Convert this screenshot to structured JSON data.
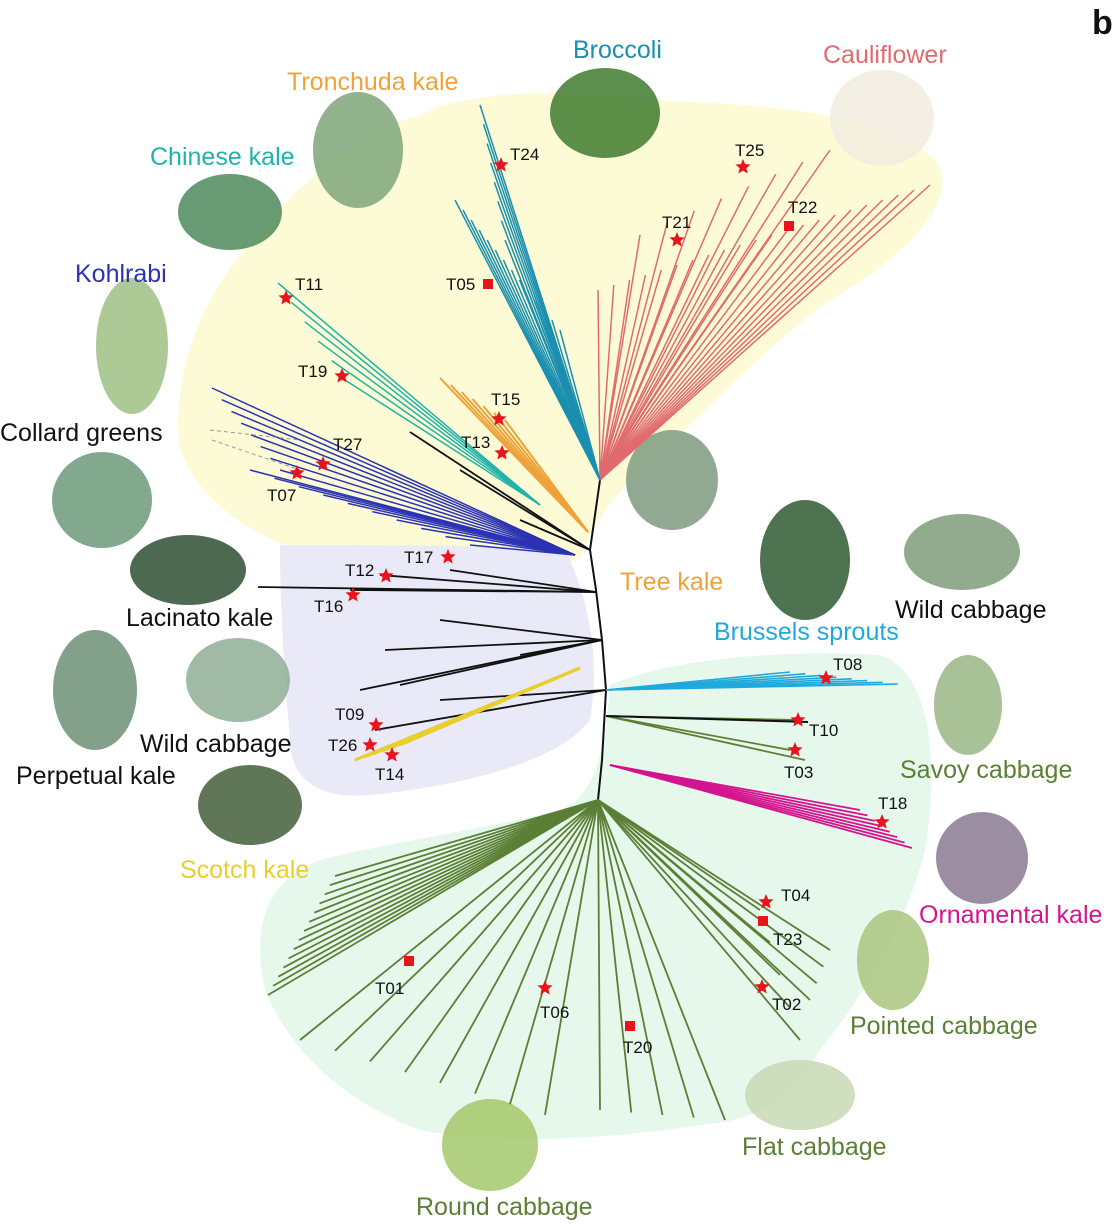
{
  "panel_letter": "b",
  "groups": [
    {
      "key": "broccoli",
      "label": "Broccoli",
      "color": "#1a8fb0",
      "photo": "broccoli"
    },
    {
      "key": "cauliflower",
      "label": "Cauliflower",
      "color": "#e06b6f",
      "photo": "cauliflower"
    },
    {
      "key": "tronchuda",
      "label": "Tronchuda kale",
      "color": "#eda33a",
      "photo": "tronchuda kale"
    },
    {
      "key": "chinese",
      "label": "Chinese kale",
      "color": "#20b3aa",
      "photo": "chinese kale"
    },
    {
      "key": "kohlrabi",
      "label": "Kohlrabi",
      "color": "#2b33b3",
      "photo": "kohlrabi"
    },
    {
      "key": "collard",
      "label": "Collard greens",
      "color": "#111111",
      "photo": "collard greens"
    },
    {
      "key": "lacinato",
      "label": "Lacinato kale",
      "color": "#111111",
      "photo": "lacinato kale"
    },
    {
      "key": "wild1",
      "label": "Wild cabbage",
      "color": "#111111",
      "photo": "wild cabbage"
    },
    {
      "key": "perpetual",
      "label": "Perpetual kale",
      "color": "#111111",
      "photo": "perpetual kale"
    },
    {
      "key": "scotch",
      "label": "Scotch kale",
      "color": "#e8cf2e",
      "photo": "scotch kale"
    },
    {
      "key": "tree",
      "label": "Tree kale",
      "color": "#eda33a",
      "photo": "tree kale"
    },
    {
      "key": "brussels",
      "label": "Brussels sprouts",
      "color": "#1fa9de",
      "photo": "brussels sprouts"
    },
    {
      "key": "wild2",
      "label": "Wild cabbage",
      "color": "#111111",
      "photo": "wild cabbage"
    },
    {
      "key": "savoy",
      "label": "Savoy cabbage",
      "color": "#5a7f35",
      "photo": "savoy cabbage"
    },
    {
      "key": "ornamental",
      "label": "Ornamental kale",
      "color": "#d4148e",
      "photo": "ornamental kale"
    },
    {
      "key": "pointed",
      "label": "Pointed cabbage",
      "color": "#5a7f35",
      "photo": "pointed cabbage"
    },
    {
      "key": "flat",
      "label": "Flat cabbage",
      "color": "#5a7f35",
      "photo": "flat cabbage"
    },
    {
      "key": "round",
      "label": "Round cabbage",
      "color": "#5a7f35",
      "photo": "round cabbage"
    }
  ],
  "accessions": [
    {
      "id": "T24",
      "marker": "star"
    },
    {
      "id": "T25",
      "marker": "star"
    },
    {
      "id": "T21",
      "marker": "star"
    },
    {
      "id": "T22",
      "marker": "square"
    },
    {
      "id": "T05",
      "marker": "square"
    },
    {
      "id": "T11",
      "marker": "star"
    },
    {
      "id": "T19",
      "marker": "star"
    },
    {
      "id": "T15",
      "marker": "star"
    },
    {
      "id": "T13",
      "marker": "star"
    },
    {
      "id": "T27",
      "marker": "star"
    },
    {
      "id": "T07",
      "marker": "star"
    },
    {
      "id": "T17",
      "marker": "star"
    },
    {
      "id": "T12",
      "marker": "star"
    },
    {
      "id": "T16",
      "marker": "star"
    },
    {
      "id": "T09",
      "marker": "star"
    },
    {
      "id": "T26",
      "marker": "star"
    },
    {
      "id": "T14",
      "marker": "star"
    },
    {
      "id": "T08",
      "marker": "star"
    },
    {
      "id": "T10",
      "marker": "star"
    },
    {
      "id": "T03",
      "marker": "star"
    },
    {
      "id": "T18",
      "marker": "star"
    },
    {
      "id": "T04",
      "marker": "star"
    },
    {
      "id": "T23",
      "marker": "square"
    },
    {
      "id": "T01",
      "marker": "square"
    },
    {
      "id": "T06",
      "marker": "star"
    },
    {
      "id": "T20",
      "marker": "square"
    },
    {
      "id": "T02",
      "marker": "star"
    }
  ],
  "marker_color": "#e8141c",
  "regions": [
    {
      "key": "yellow",
      "color": "#fdfbd6"
    },
    {
      "key": "lavender",
      "color": "#e9e9f7"
    },
    {
      "key": "mint",
      "color": "#e6f7ec"
    }
  ],
  "line_colors": {
    "black": "#111111",
    "green": "#5a7f35"
  }
}
